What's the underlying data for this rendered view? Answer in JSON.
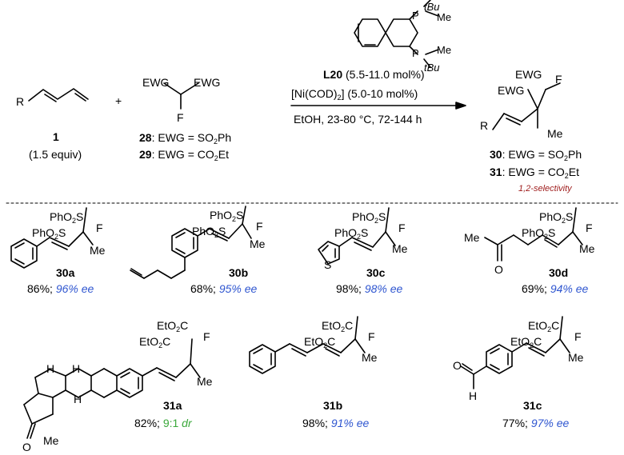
{
  "reaction": {
    "substrate_diene": {
      "id": "1",
      "substituent": "R",
      "equiv": "(1.5 equiv)"
    },
    "plus": "+",
    "fluoro_reagent": {
      "top": "EWG",
      "top2": "EWG",
      "bottom": "F",
      "label_28": "28",
      "text_28": ": EWG = SO",
      "sub_28": "2",
      "tail_28": "Ph",
      "label_29": "29",
      "text_29": ": EWG = CO",
      "sub_29": "2",
      "tail_29": "Et"
    },
    "ligand": {
      "tbu": "tBu",
      "me": "Me",
      "p": "P"
    },
    "conditions": {
      "ligand_label": "L20",
      "ligand_loading": " (5.5-11.0 mol%)",
      "catalyst": "[Ni(COD)",
      "catalyst_sub": "2",
      "catalyst_tail": "] (5.0-10 mol%)",
      "solvent_temp_time": "EtOH, 23-80 °C, 72-144 h"
    },
    "product": {
      "ewg": "EWG",
      "f": "F",
      "me": "Me",
      "r": "R",
      "label_30": "30",
      "text_30": ": EWG = SO",
      "sub_30": "2",
      "tail_30": "Ph",
      "label_31": "31",
      "text_31": ": EWG = CO",
      "sub_31": "2",
      "tail_31": "Et",
      "selectivity": "1,2-selectivity"
    }
  },
  "examples": [
    {
      "id": "30a",
      "yield": "86%;",
      "sel": "96% ee",
      "sel_color": "#2f56d0"
    },
    {
      "id": "30b",
      "yield": "68%;",
      "sel": "95% ee",
      "sel_color": "#2f56d0"
    },
    {
      "id": "30c",
      "yield": "98%;",
      "sel": "98% ee",
      "sel_color": "#2f56d0"
    },
    {
      "id": "30d",
      "yield": "69%;",
      "sel": "94% ee",
      "sel_color": "#2f56d0"
    },
    {
      "id": "31a",
      "yield": "82%;",
      "sel_num": "9:1",
      "sel_dr": "dr",
      "sel_color": "#3aa83a"
    },
    {
      "id": "31b",
      "yield": "98%;",
      "sel": "91% ee",
      "sel_color": "#2f56d0"
    },
    {
      "id": "31c",
      "yield": "77%;",
      "sel": "97% ee",
      "sel_color": "#2f56d0"
    }
  ],
  "groups": {
    "so2": {
      "pre": "PhO",
      "sub": "2",
      "post": "S"
    },
    "so2b": {
      "pre": "PhO",
      "sub": "2",
      "post": "S"
    },
    "co2": {
      "pre": "EtO",
      "sub": "2",
      "post": "C"
    },
    "f": "F",
    "me": "Me",
    "s": "S",
    "o": "O",
    "h": "H"
  },
  "colors": {
    "ee": "#2f56d0",
    "dr": "#3aa83a",
    "selectivity": "#9e1b1b",
    "bond": "#000000"
  }
}
